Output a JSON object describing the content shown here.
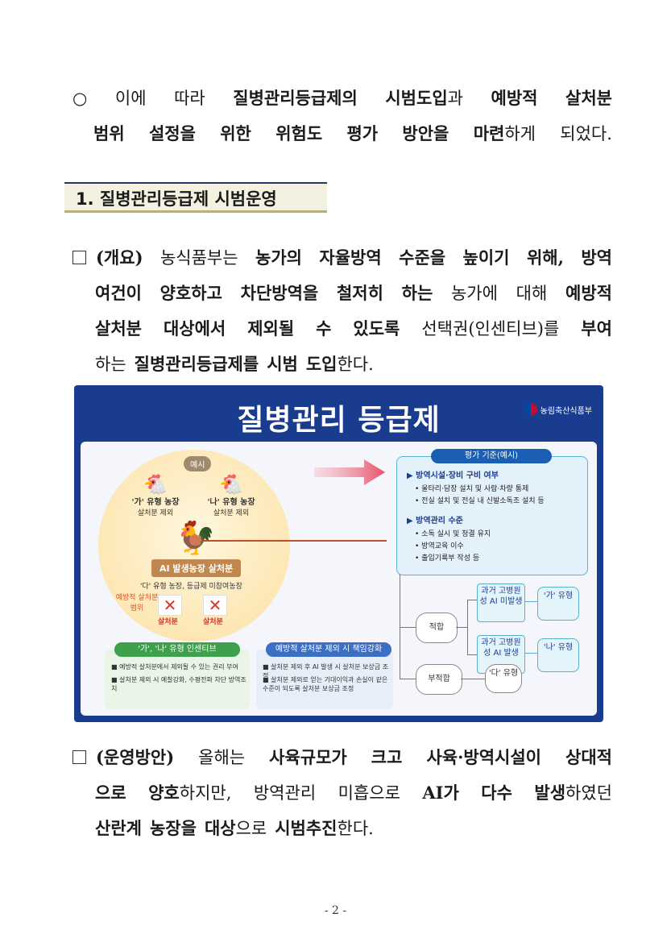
{
  "intro": {
    "line1": [
      "○",
      "이에",
      "따라",
      "질병관리등급제의",
      "시범도입과",
      "예방적",
      "살처분"
    ],
    "line2": [
      "범위",
      "설정을",
      "위한",
      "위험도",
      "평가",
      "방안을",
      "마련하게",
      "되었다."
    ]
  },
  "section_title": "1. 질병관리등급제 시범운영",
  "overview": {
    "line1": [
      "(개요)",
      "농식품부는",
      "농가의",
      "자율방역",
      "수준을",
      "높이기",
      "위해,",
      "방역"
    ],
    "line2": [
      "여건이",
      "양호하고",
      "차단방역을",
      "철저히",
      "하는",
      "농가에",
      "대해",
      "예방적"
    ],
    "line3": [
      "살처분",
      "대상에서",
      "제외될",
      "수",
      "있도록",
      "선택권(인센티브)를",
      "부여"
    ],
    "line4": [
      "하는",
      "질병관리등급제를",
      "시범",
      "도입한다."
    ]
  },
  "figure": {
    "title": "질병관리 등급제",
    "ministry": "농림축산식품부",
    "example_tag": "예시",
    "farm_a": {
      "label": "'가' 유형 농장",
      "sub": "살처분 제외"
    },
    "farm_b": {
      "label": "'나' 유형 농장",
      "sub": "살처분 제외"
    },
    "outbreak": "AI 발생농장 살처분",
    "outbreak_sub": "'다' 유형 농장, 등급제 미참여농장",
    "culling1": "살처분",
    "culling2": "살처분",
    "range_label": "예방적 살처분 범위",
    "criteria": {
      "title": "평가 기준(예시)",
      "h1": "▶ 방역시설·장비 구비 여부",
      "i1": "• 울타리·담장 설치 및 사람·차량 통제",
      "i2": "• 전실 설치 및 전실 내 신발소독조 설치 등",
      "h2": "▶ 방역관리 수준",
      "i3": "• 소독 실시 및 청결 유지",
      "i4": "• 방역교육 이수",
      "i5": "• 출입기록부 작성 등"
    },
    "suitable": "적합",
    "unsuitable": "부적합",
    "past_no_ai": "과거 고병원성 AI 미발생",
    "past_ai": "과거 고병원성 AI 발생",
    "type_a": "'가' 유형",
    "type_b": "'나' 유형",
    "type_c": "'다' 유형",
    "incentive": {
      "title": "'가', '나' 유형 인센티브",
      "b1": "■ 예방적 살처분에서 제외될 수 있는 권리 부여",
      "b2": "■ 살처분 제외 시 예찰강화, 수평전파 차단 방역조치"
    },
    "responsibility": {
      "title": "예방적 살처분 제외 시 책임강화",
      "b1": "■ 살처분 제외 후 AI 발생 시 살처분 보상금 조정",
      "b2": "■ 살처분 제외로 얻는 기대이익과 손실이 같은 수준이 되도록 살처분 보상금 조정"
    },
    "colors": {
      "background": "#1a3c8e",
      "green": "#3ca14a",
      "blue": "#3a6fc4"
    }
  },
  "operation": {
    "line1": [
      "(운영방안)",
      "올해는",
      "사육규모가",
      "크고",
      "사육·방역시설이",
      "상대적"
    ],
    "line2": [
      "으로",
      "양호하지만,",
      "방역관리",
      "미흡으로",
      "AI가",
      "다수",
      "발생하였던"
    ],
    "line3": [
      "산란계",
      "농장을",
      "대상으로",
      "시범추진한다."
    ]
  },
  "page_number": "- 2 -"
}
